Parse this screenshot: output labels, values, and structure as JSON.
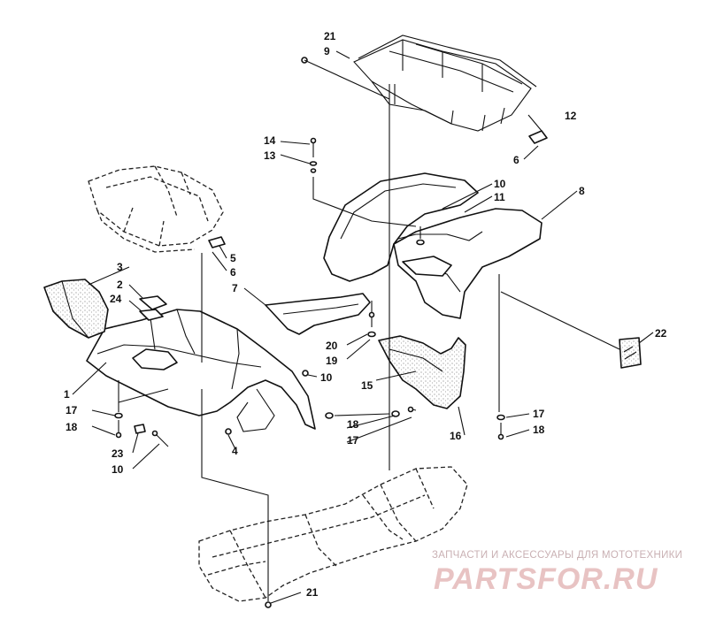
{
  "diagram": {
    "callouts": [
      "21",
      "9",
      "12",
      "6",
      "14",
      "13",
      "10",
      "11",
      "8",
      "3",
      "2",
      "24",
      "5",
      "6",
      "7",
      "20",
      "19",
      "22",
      "1",
      "10",
      "15",
      "17",
      "18",
      "23",
      "10",
      "4",
      "18",
      "17",
      "16",
      "17",
      "18",
      "21"
    ]
  },
  "watermark": {
    "caption": "ЗАПЧАСТИ И АКСЕССУАРЫ ДЛЯ МОТОТЕХНИКИ",
    "logo": "PARTSFOR.RU"
  }
}
